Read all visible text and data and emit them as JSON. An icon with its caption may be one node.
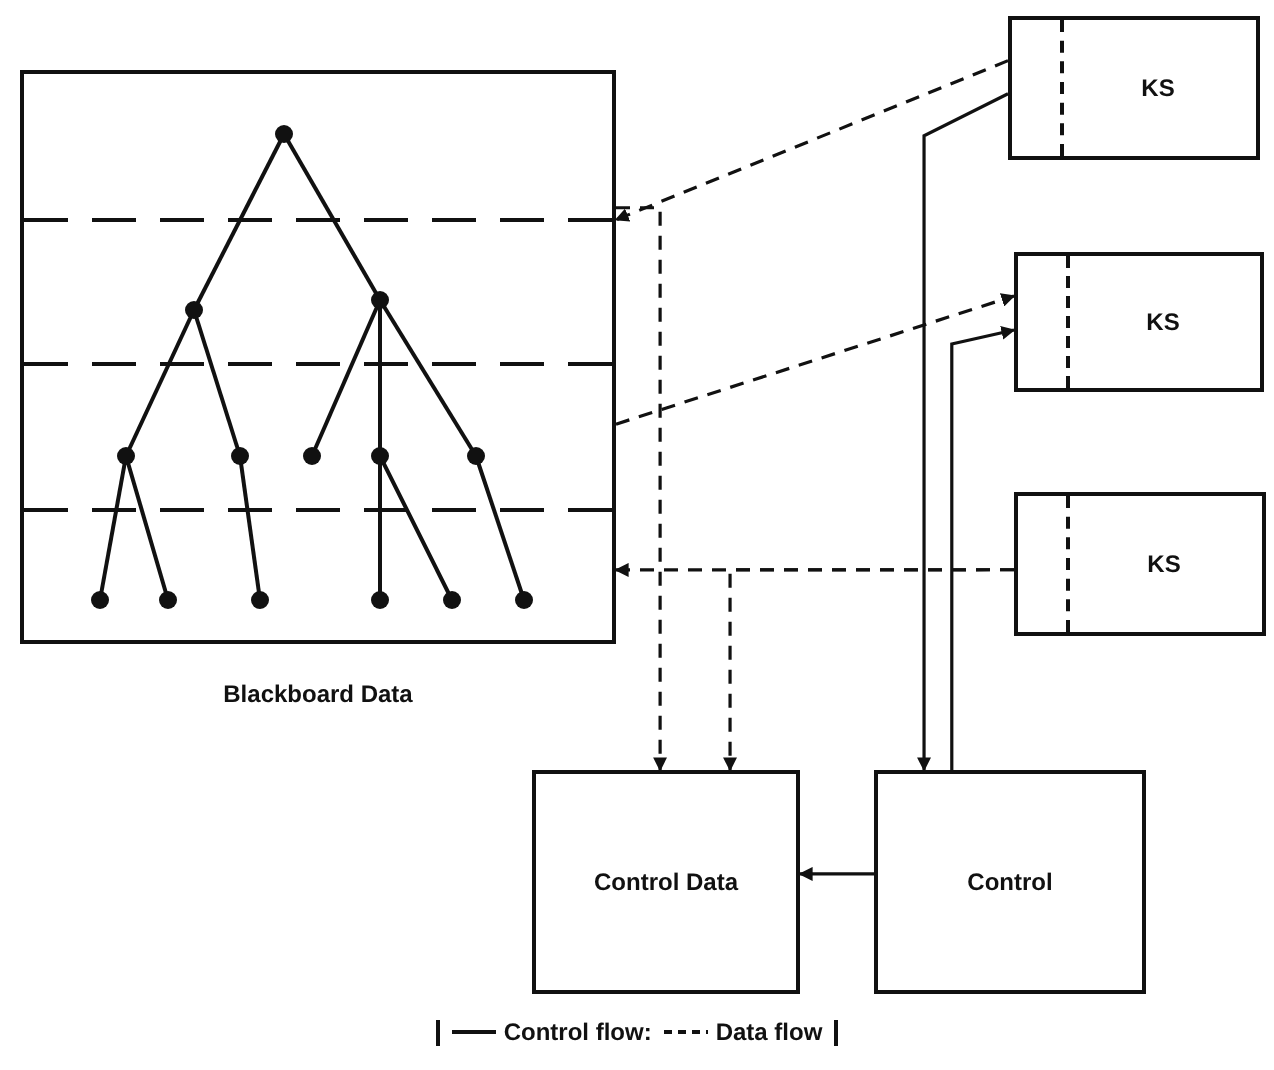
{
  "diagram": {
    "nodes": [
      {
        "text": [
          "Blackboard Data"
        ]
      },
      {
        "text": [
          "KS"
        ]
      },
      {
        "text": [
          "KS"
        ]
      },
      {
        "text": [
          "KS"
        ]
      },
      {
        "text": [
          "Control Data"
        ]
      },
      {
        "text": [
          "Control"
        ]
      }
    ],
    "edges": [
      {
        "from": 1,
        "to": 0,
        "arrow": "to",
        "style": "dashed"
      },
      {
        "from": 0,
        "to": 2,
        "arrow": "to",
        "style": "dashed"
      },
      {
        "from": 3,
        "to": 0,
        "arrow": "to",
        "style": "dashed"
      },
      {
        "from": 0,
        "to": 4,
        "arrow": "to",
        "style": "dashed"
      },
      {
        "from": 3,
        "to": 4,
        "arrow": "to",
        "style": "dashed"
      },
      {
        "from": 5,
        "to": 4,
        "arrow": "to"
      },
      {
        "from": 1,
        "to": 5,
        "arrow": "to"
      },
      {
        "from": 5,
        "to": 2,
        "arrow": "to"
      }
    ],
    "legend": [
      {
        "text": "Control flow:"
      },
      {
        "text": "Data flow"
      }
    ]
  }
}
